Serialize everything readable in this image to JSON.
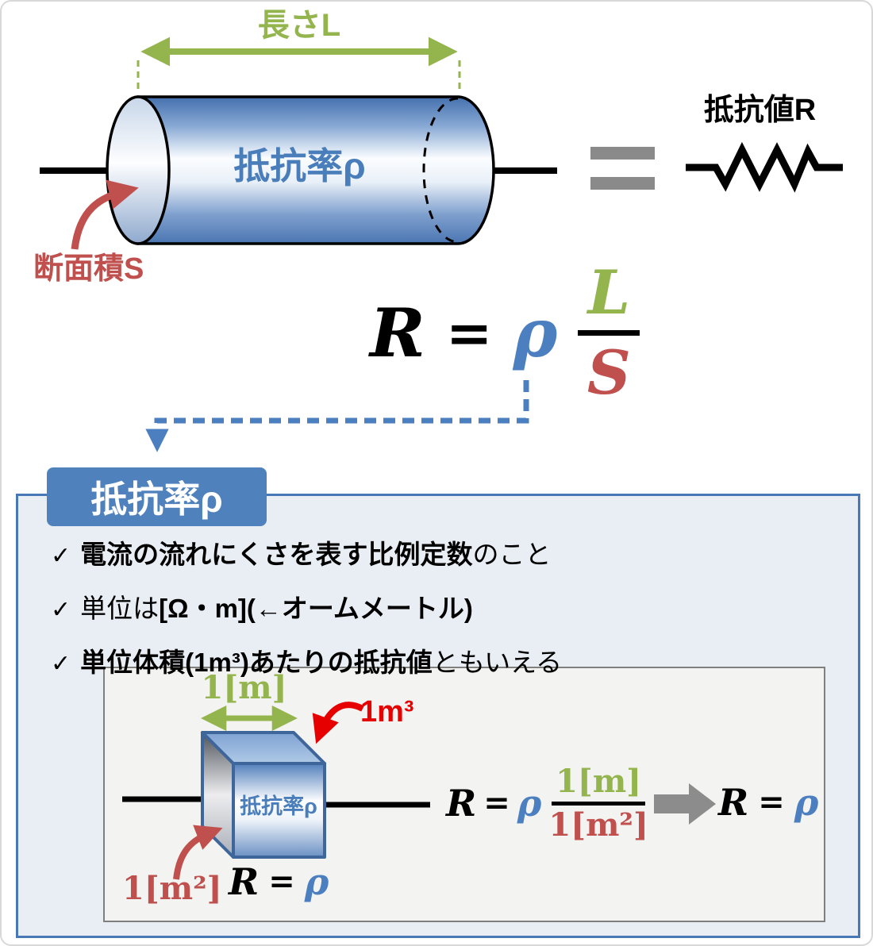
{
  "colors": {
    "blue_accent": "#4F81BD",
    "blue_text": "#4A7EBB",
    "green": "#94B54E",
    "red_muted": "#C0504D",
    "red_bright": "#E60000",
    "gray": "#8A8A8A",
    "panel_bg": "#E9EDF4",
    "inner_bg": "#F3F3F1"
  },
  "top": {
    "length_label": "長さL",
    "cylinder_label": "抵抗率ρ",
    "area_label": "断面積S",
    "resistor_label": "抵抗値R"
  },
  "formula": {
    "lhs": "R",
    "eq": "=",
    "rho": "ρ",
    "num": "L",
    "den": "S"
  },
  "panel": {
    "header": "抵抗率ρ",
    "bullets": [
      {
        "check": "✓",
        "seg1": "電流の流れにくさを表す比例定数",
        "seg2": "のこと"
      },
      {
        "check": "✓",
        "seg1": "単位は",
        "seg2": "[Ω・m](←オームメートル)"
      },
      {
        "check": "✓",
        "seg1": "単位体積(1m³)あたりの抵抗値",
        "seg2": "ともいえる"
      }
    ]
  },
  "inner": {
    "length_label": "1[m]",
    "volume_label": "1m³",
    "area_label": "1[m²]",
    "cube_label": "抵抗率ρ",
    "cube_formula": {
      "lhs": "R",
      "eq": "=",
      "rho": "ρ"
    },
    "fraction_formula": {
      "lhs": "R",
      "eq": "=",
      "rho": "ρ",
      "num": "1[m]",
      "den": "1[m²]"
    },
    "result_formula": {
      "lhs": "R",
      "eq": "=",
      "rho": "ρ"
    }
  }
}
